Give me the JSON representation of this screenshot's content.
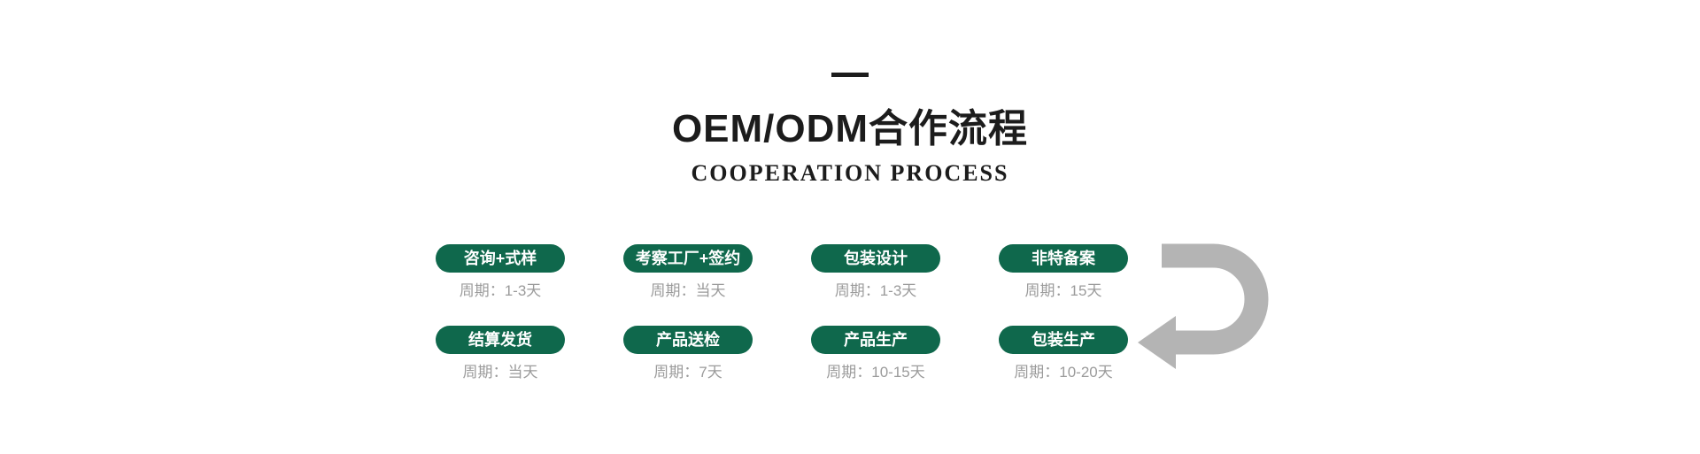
{
  "header": {
    "title": "OEM/ODM合作流程",
    "subtitle": "COOPERATION PROCESS"
  },
  "process": {
    "steps": [
      {
        "label": "咨询+式样",
        "period": "周期：1-3天"
      },
      {
        "label": "考察工厂+签约",
        "period": "周期：当天"
      },
      {
        "label": "包装设计",
        "period": "周期：1-3天"
      },
      {
        "label": "非特备案",
        "period": "周期：15天"
      },
      {
        "label": "结算发货",
        "period": "周期：当天"
      },
      {
        "label": "产品送检",
        "period": "周期：7天"
      },
      {
        "label": "产品生产",
        "period": "周期：10-15天"
      },
      {
        "label": "包装生产",
        "period": "周期：10-20天"
      }
    ],
    "arrow_icon": "u-turn-left-arrow"
  },
  "colors": {
    "step_green": "#0f684c",
    "period_gray": "#9b9b9b",
    "arrow_gray": "#b4b4b4",
    "heading_black": "#1c1c1c",
    "background": "#ffffff"
  }
}
